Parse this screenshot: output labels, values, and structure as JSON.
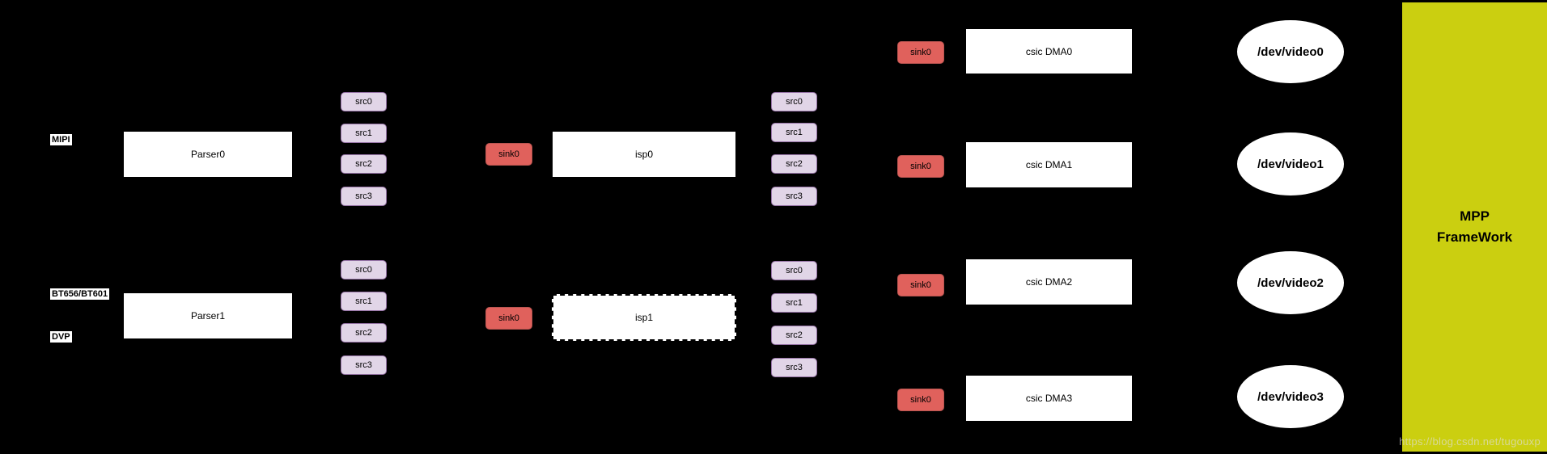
{
  "diagram": {
    "background": "#000000",
    "input_labels": {
      "mipi": "MIPI",
      "bt": "BT656/BT601",
      "dvp": "DVP"
    },
    "parsers": [
      {
        "label": "Parser0"
      },
      {
        "label": "Parser1"
      }
    ],
    "isps": [
      {
        "label": "isp0",
        "border": "solid"
      },
      {
        "label": "isp1",
        "border": "dashed"
      }
    ],
    "dmas": [
      {
        "label": "csic DMA0"
      },
      {
        "label": "csic DMA1"
      },
      {
        "label": "csic DMA2"
      },
      {
        "label": "csic DMA3"
      }
    ],
    "devices": [
      {
        "label": "/dev/video0"
      },
      {
        "label": "/dev/video1"
      },
      {
        "label": "/dev/video2"
      },
      {
        "label": "/dev/video3"
      }
    ],
    "src_groups": [
      {
        "owner": "Parser0",
        "items": [
          "src0",
          "src1",
          "src2",
          "src3"
        ]
      },
      {
        "owner": "Parser1",
        "items": [
          "src0",
          "src1",
          "src2",
          "src3"
        ]
      },
      {
        "owner": "isp0",
        "items": [
          "src0",
          "src1",
          "src2",
          "src3"
        ]
      },
      {
        "owner": "isp1",
        "items": [
          "src0",
          "src1",
          "src2",
          "src3"
        ]
      }
    ],
    "sink_labels": [
      "sink0",
      "sink0",
      "sink0",
      "sink0",
      "sink0",
      "sink0"
    ],
    "mpp": {
      "line1": "MPP",
      "line2": "FrameWork"
    },
    "watermark": "https://blog.csdn.net/tugouxp",
    "colors": {
      "src_fill": "#e1d5e7",
      "src_border": "#9673a6",
      "sink_fill": "#e0615c",
      "sink_border": "#b85450",
      "node_fill": "#ffffff",
      "node_border": "#000000",
      "mpp_fill": "#cbcf10",
      "watermark_text": "#dedede"
    }
  }
}
